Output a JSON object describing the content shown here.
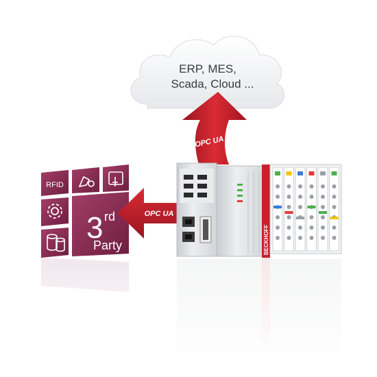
{
  "cloud": {
    "line1": "ERP, MES,",
    "line2": "Scada, Cloud ..."
  },
  "arrows": {
    "up_logo": "OPC UA",
    "left_logo": "OPC UA"
  },
  "tiles": {
    "rfid": "RFID",
    "third_party_number": "3",
    "third_party_suffix": "rd",
    "third_party_word": "Party"
  },
  "controller": {
    "brand": "BECKHOFF"
  },
  "colors": {
    "tile_purple": "#8c2a55",
    "arrow_red": "#c8202c",
    "cloud_gray": "#eef0f2",
    "device_gray": "#d9dde0"
  }
}
